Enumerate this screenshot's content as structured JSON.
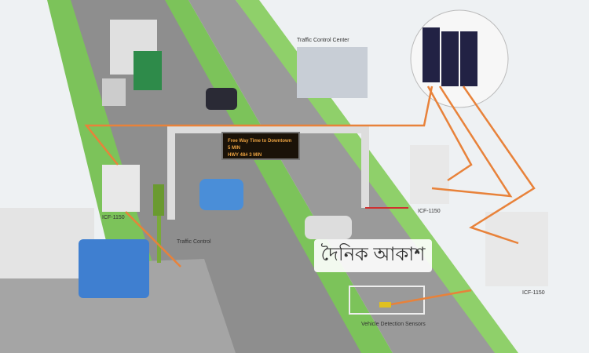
{
  "sign": {
    "line1": "Free Way Time to Downtown 5 MIN",
    "line2": "HWY 48# 3 MIN"
  },
  "labels": {
    "control_center": "Traffic Control Center",
    "icf_left": "ICF-1150",
    "icf_mid": "ICF-1150",
    "icf_right": "ICF-1150",
    "traffic_controller": "Traffic Control",
    "sensor": "Vehicle Detection Sensors"
  },
  "watermark": "দৈনিক আকাশ",
  "colors": {
    "cable": "#e8823a",
    "grass": "#7cc35a",
    "road": "#8e8e8e"
  }
}
